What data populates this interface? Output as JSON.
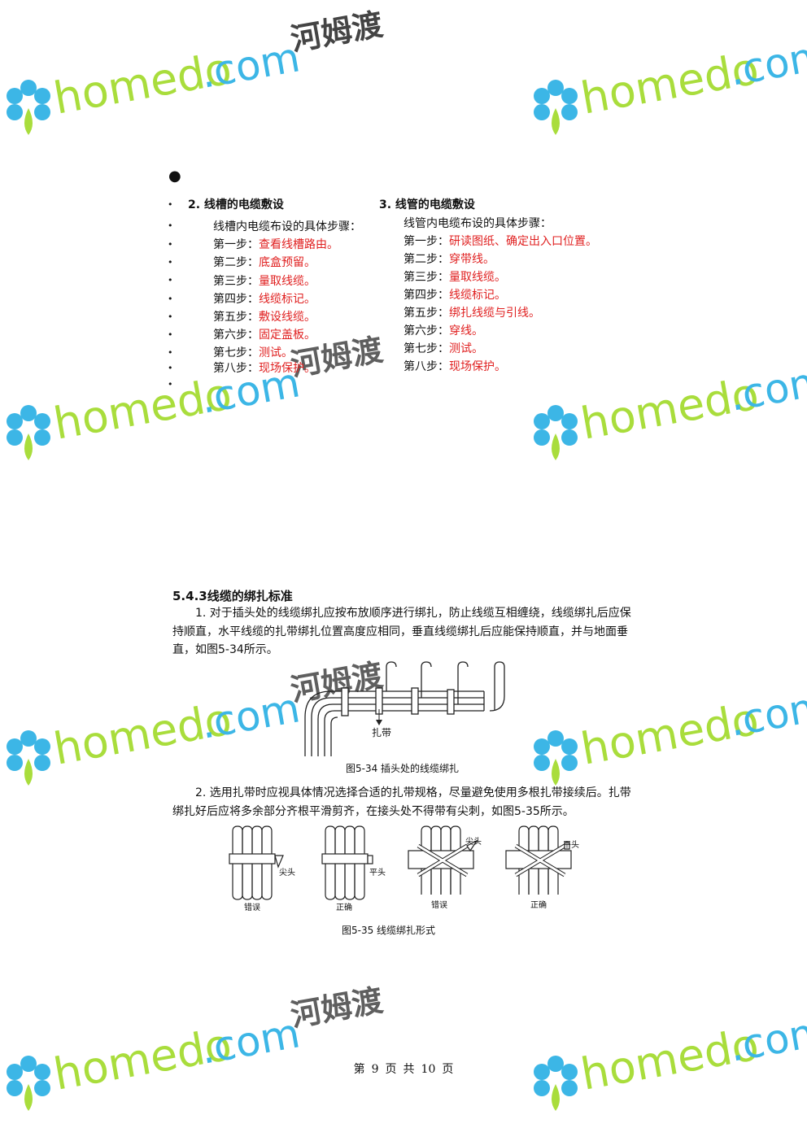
{
  "watermark": {
    "text": "homedo.com",
    "brand": "河姆渡",
    "colors": {
      "green": "#a9dd3c",
      "blue": "#3cb6e6"
    }
  },
  "top_bullet": "●",
  "left_col": {
    "heading": "2. 线槽的电缆敷设",
    "intro": "线槽内电缆布设的具体步骤：",
    "steps": [
      {
        "label": "第一步：",
        "text": "查看线槽路由。"
      },
      {
        "label": "第二步：",
        "text": "底盒预留。"
      },
      {
        "label": "第三步：",
        "text": "量取线缆。"
      },
      {
        "label": "第四步：",
        "text": "线缆标记。"
      },
      {
        "label": "第五步：",
        "text": "敷设线缆。"
      },
      {
        "label": "第六步：",
        "text": "固定盖板。"
      },
      {
        "label": "第七步：",
        "text": "测试。"
      },
      {
        "label": "第八步：",
        "text": "现场保护。"
      }
    ]
  },
  "right_col": {
    "heading": "3. 线管的电缆敷设",
    "intro": "线管内电缆布设的具体步骤：",
    "steps": [
      {
        "label": "第一步：",
        "text": "研读图纸、确定出入口位置。"
      },
      {
        "label": "第二步：",
        "text": "穿带线。"
      },
      {
        "label": "第三步：",
        "text": "量取线缆。"
      },
      {
        "label": "第四步：",
        "text": "线缆标记。"
      },
      {
        "label": "第五步：",
        "text": "绑扎线缆与引线。"
      },
      {
        "label": "第六步：",
        "text": "穿线。"
      },
      {
        "label": "第七步：",
        "text": "测试。"
      },
      {
        "label": "第八步：",
        "text": "现场保护。"
      }
    ]
  },
  "section": {
    "title": "5.4.3线缆的绑扎标准",
    "para1": "1. 对于插头处的线缆绑扎应按布放顺序进行绑扎，防止线缆互相缠绕，线缆绑扎后应保持顺直，水平线缆的扎带绑扎位置高度应相同，垂直线缆绑扎后应能保持顺直，并与地面垂直，如图5-34所示。",
    "fig1_label": "扎带",
    "fig1_caption": "图5-34 插头处的线缆绑扎",
    "para2": "2. 选用扎带时应视具体情况选择合适的扎带规格，尽量避免使用多根扎带接续后。扎带绑扎好后应将多余部分齐根平滑剪齐，在接头处不得带有尖刺，如图5-35所示。",
    "fig2": {
      "panels": [
        {
          "tip": "尖头",
          "verdict": "错误"
        },
        {
          "tip": "平头",
          "verdict": "正确"
        },
        {
          "tip": "尖头",
          "verdict": "错误"
        },
        {
          "tip": "平头",
          "verdict": "正确"
        }
      ]
    },
    "fig2_caption": "图5-35 线缆绑扎形式"
  },
  "footer": {
    "p1": "第",
    "page": "9",
    "p2": "页",
    "p3": "共",
    "total": "10",
    "p4": "页"
  }
}
